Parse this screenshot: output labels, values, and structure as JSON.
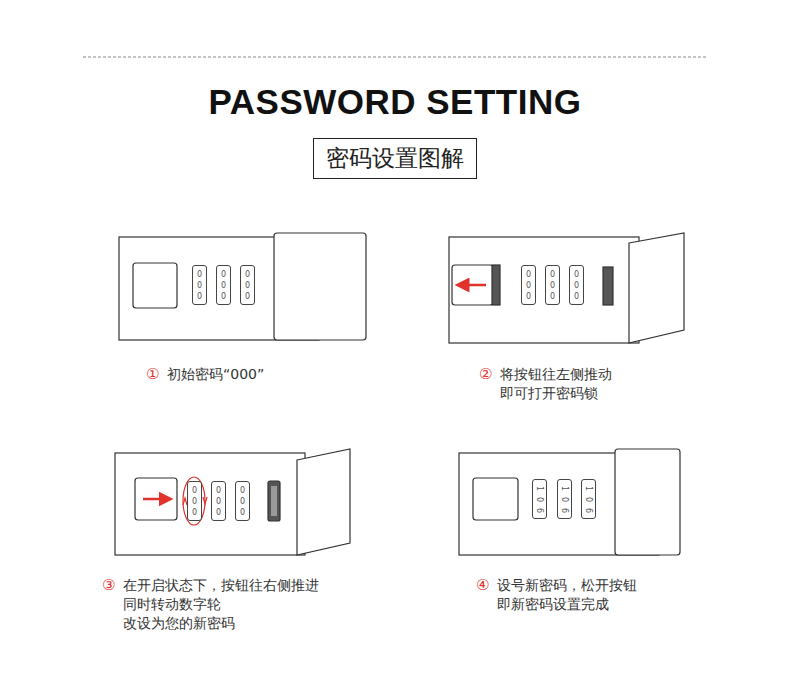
{
  "diagram": {
    "title": "PASSWORD SETTING",
    "nodes": [
      {
        "text": [
          "密码设置图解"
        ]
      },
      {
        "text": [
          "0",
          "0",
          "0"
        ]
      },
      {
        "text": [
          "0",
          "0",
          "0"
        ]
      },
      {
        "text": [
          "0",
          "0",
          "0"
        ]
      },
      {
        "text": [
          "0",
          "0",
          "0"
        ]
      },
      {
        "text": [
          "0",
          "0",
          "0"
        ]
      },
      {
        "text": [
          "0",
          "0",
          "0"
        ]
      },
      {
        "text": [
          "0",
          "0",
          "0"
        ]
      },
      {
        "text": [
          "0",
          "0",
          "0"
        ]
      },
      {
        "text": [
          "0",
          "0",
          "0"
        ]
      },
      {
        "text": [
          "1",
          "0",
          "6"
        ]
      },
      {
        "text": [
          "1",
          "0",
          "6"
        ]
      },
      {
        "text": [
          "1",
          "0",
          "6"
        ]
      }
    ],
    "labels": [
      "①",
      "初始密码“000”",
      "②",
      "将按钮往左侧推动 即可打开密码锁",
      "③",
      "在开启状态下，按钮往右侧推进 同时转动数字轮 改设为您的新密码",
      "④",
      "设号新密码，松开按钮 即新密码设置完成"
    ]
  }
}
